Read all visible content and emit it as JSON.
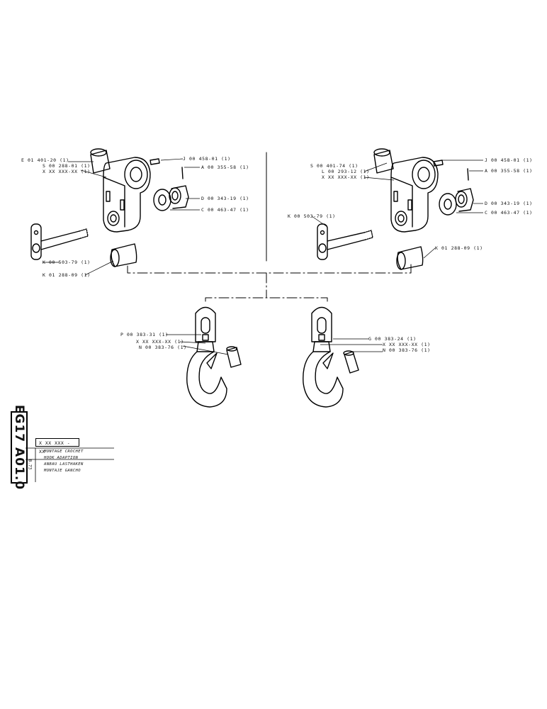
{
  "left_labels": {
    "E01": "E 01 401-20 (1)",
    "S288": "S 00 288-01  (1)",
    "Xr": "X XX XXX-XX  (1)",
    "J458": "J 00 458-01  (1)",
    "A355": "A 00 355-58  (1)",
    "D343": "D 00 343-19  (1)",
    "C463": "C 00 463-47  (1)",
    "K503": "K 00 503-79  (1)",
    "K01": "K 01 288-09 (1)"
  },
  "right_labels": {
    "S401": "S 00 401-74  (1)",
    "L293": "L 00 293-12  (1)",
    "Xr": "X XX XXX-XX  (1)",
    "J458": "J 00 458-01  (1)",
    "A355": "A 00 355-58  (1)",
    "D343": "D 00 343-19  (1)",
    "C463": "C 00 463-47  (1)",
    "K503": "K 00 503-79  (1)",
    "K01": "K 01 288-09  (1)"
  },
  "hook_labels": {
    "P383": "P 00 383-31  (1)",
    "Xl": "X XX XXX-XX  (1)",
    "N383l": "N 00 383-76  (1)",
    "G383": "G 00 383-24  (1)",
    "Xr": "X XX XXX-XX  (1)",
    "N383r": "N 00 383-76  (1)"
  },
  "title_block": {
    "vertical_code": "EG17 A01.0",
    "small_code": "8.73",
    "ref_code": "X XX  XXX - XX",
    "title_fr": "MONTAGE CROCHET",
    "title_en": "HOOK ADAPTION",
    "title_de": "ANBAU LASTHAKEN",
    "title_es": "MONTAJE GANCHO"
  }
}
